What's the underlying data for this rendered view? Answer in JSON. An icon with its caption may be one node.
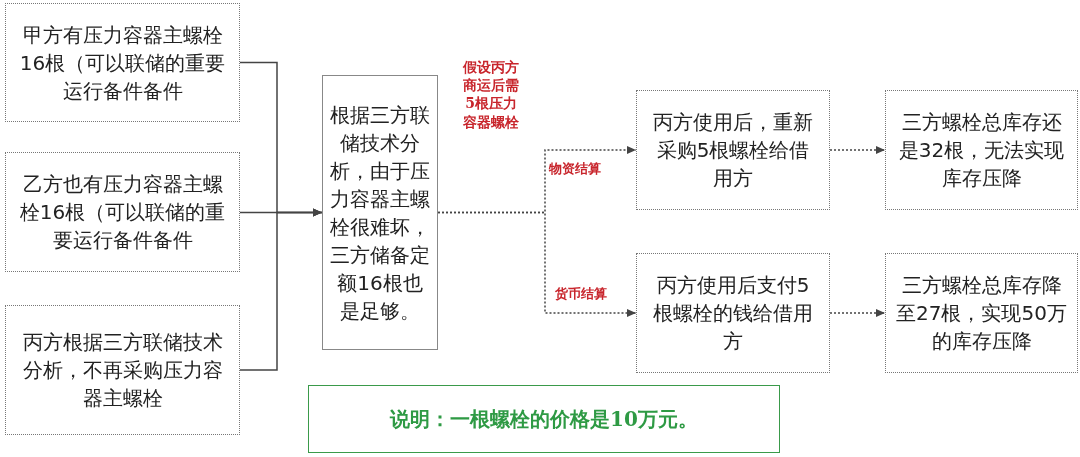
{
  "diagram": {
    "nodes": [
      {
        "text": [
          "甲方有压力容器主螺栓16根（可以联储的重要运行备件备件"
        ]
      },
      {
        "text": [
          "乙方也有压力容器主螺栓16根（可以联储的重要运行备件备件"
        ]
      },
      {
        "text": [
          "丙方根据三方联储技术分析，不再采购压力容器主螺栓"
        ]
      },
      {
        "text": [
          "根据三方联储技术分析，由于压力容器主螺栓很难坏，三方储备定额16根也是足够。"
        ]
      },
      {
        "text": [
          "丙方使用后，重新采购5根螺栓给借用方"
        ]
      },
      {
        "text": [
          "三方螺栓总库存还是32根，无法实现库存压降"
        ]
      },
      {
        "text": [
          "丙方使用后支付5根螺栓的钱给借用方"
        ]
      },
      {
        "text": [
          "三方螺栓总库存降至27根，实现50万的库存压降"
        ]
      },
      {
        "text": [
          "说明：一根螺栓的价格是10万元。"
        ]
      }
    ],
    "edges": [
      {
        "from": 0,
        "to": 3,
        "arrow": "to"
      },
      {
        "from": 1,
        "to": 3,
        "arrow": "to"
      },
      {
        "from": 2,
        "to": 3,
        "arrow": "to"
      },
      {
        "from": 3,
        "to": 4,
        "arrow": "to",
        "label": "物资结算",
        "style": "dashed"
      },
      {
        "from": 3,
        "to": 6,
        "arrow": "to",
        "label": "货币结算",
        "style": "dashed"
      },
      {
        "from": 4,
        "to": 5,
        "arrow": "to",
        "style": "dashed"
      },
      {
        "from": 6,
        "to": 7,
        "arrow": "to",
        "style": "dashed"
      }
    ],
    "labels": [
      "假设丙方商运后需5根压力容器螺栓"
    ]
  }
}
